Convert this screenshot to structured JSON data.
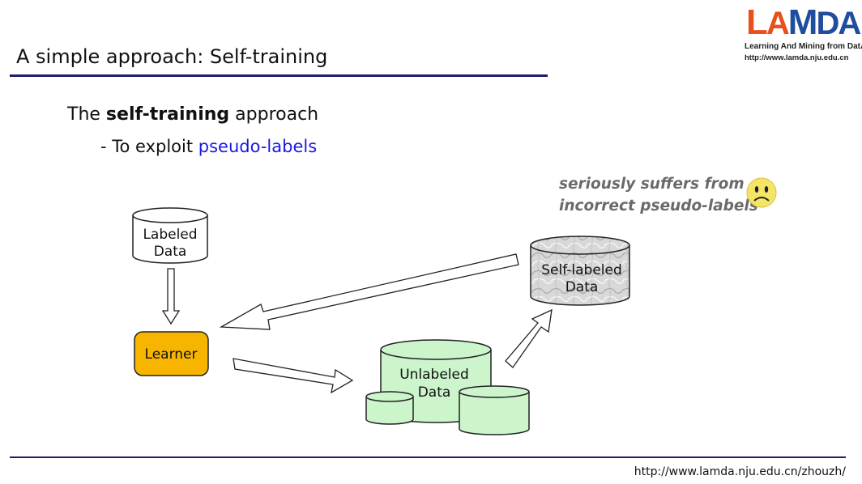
{
  "title": "A simple approach: Self-training",
  "logo": {
    "letters": [
      "L",
      "A",
      "M",
      "DA"
    ],
    "tagline": "Learning And Mining from DatA",
    "url": "http://www.lamda.nju.edu.cn"
  },
  "heading": {
    "prefix": "The ",
    "bold": "self-training",
    "suffix": " approach"
  },
  "subpoint": {
    "prefix": "- To exploit ",
    "highlight": "pseudo-labels"
  },
  "note": {
    "line1": "seriously suffers from",
    "line2": "incorrect pseudo-labels",
    "icon": "sad-face-icon"
  },
  "diagram": {
    "labeled_data": [
      "Labeled",
      "Data"
    ],
    "learner": "Learner",
    "unlabeled_data": [
      "Unlabeled",
      "Data"
    ],
    "self_labeled_data": [
      "Self-labeled",
      "Data"
    ]
  },
  "colors": {
    "title_rule": "#1a1f6e",
    "highlight": "#1a1adf",
    "learner_fill": "#f7b500",
    "unlabeled_fill": "#ccf5cc",
    "self_labeled_fill": "#d6d6d6",
    "sad_face": "#f5e566",
    "note_text": "#6a6a6a"
  },
  "footer_url": "http://www.lamda.nju.edu.cn/zhouzh/"
}
